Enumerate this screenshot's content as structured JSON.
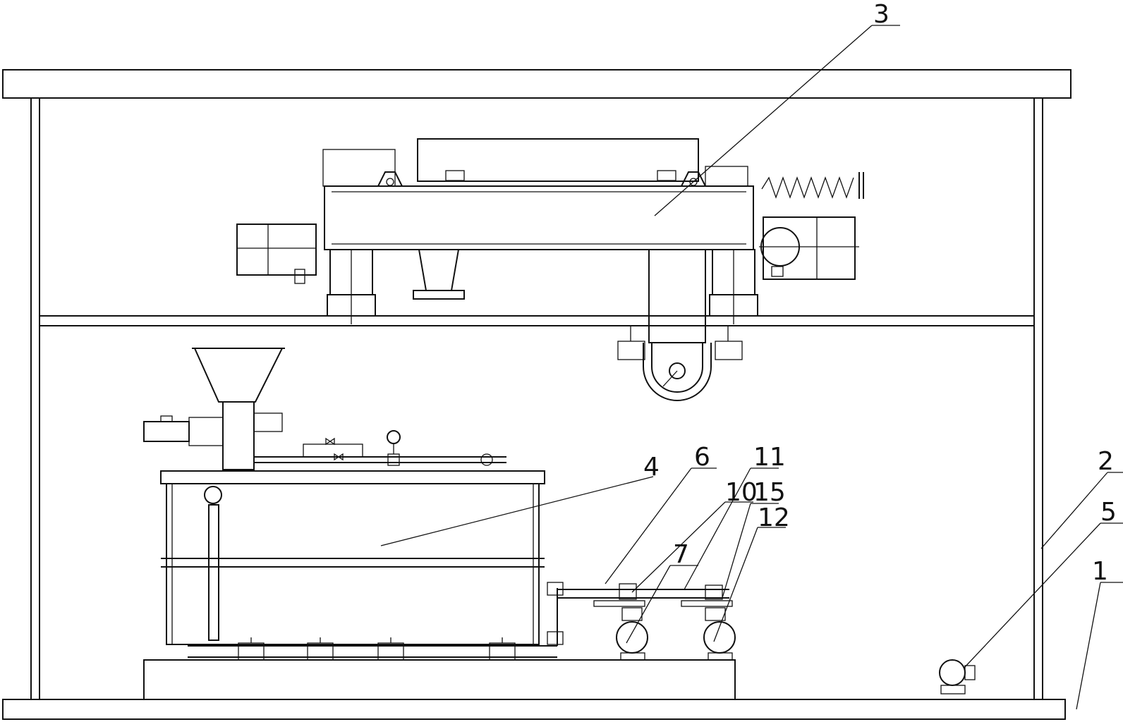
{
  "drawing": {
    "line_color": "#111111",
    "background": "#ffffff"
  },
  "callouts": [
    {
      "id": "frame-base",
      "number": "1"
    },
    {
      "id": "frame-upright",
      "number": "2"
    },
    {
      "id": "centrifuge",
      "number": "3"
    },
    {
      "id": "mixing-tank",
      "number": "4"
    },
    {
      "id": "small-pump",
      "number": "5"
    },
    {
      "id": "outlet-pipe",
      "number": "6"
    },
    {
      "id": "pump-left",
      "number": "7"
    },
    {
      "id": "valve-left",
      "number": "10"
    },
    {
      "id": "pipe-right",
      "number": "11"
    },
    {
      "id": "pump-right",
      "number": "12"
    },
    {
      "id": "valve-right",
      "number": "15"
    }
  ]
}
